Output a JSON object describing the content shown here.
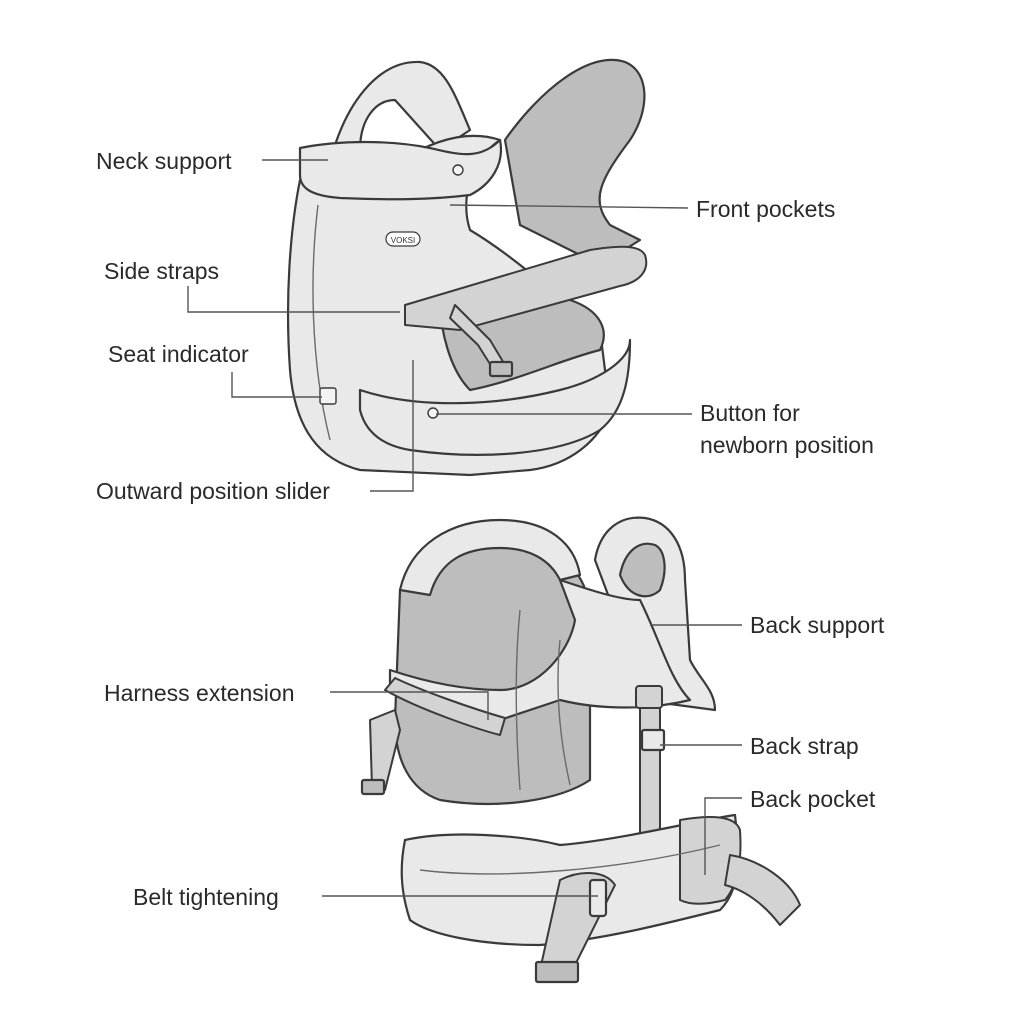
{
  "brand_mark": "VOKSI",
  "front_view": {
    "labels": {
      "neck_support": "Neck support",
      "side_straps": "Side straps",
      "seat_indicator": "Seat indicator",
      "outward_position_slider": "Outward position slider",
      "front_pockets": "Front pockets",
      "button_newborn_line1": "Button for",
      "button_newborn_line2": "newborn position"
    }
  },
  "back_view": {
    "labels": {
      "back_support": "Back support",
      "harness_extension": "Harness extension",
      "back_strap": "Back strap",
      "back_pocket": "Back pocket",
      "belt_tightening": "Belt tightening"
    }
  }
}
